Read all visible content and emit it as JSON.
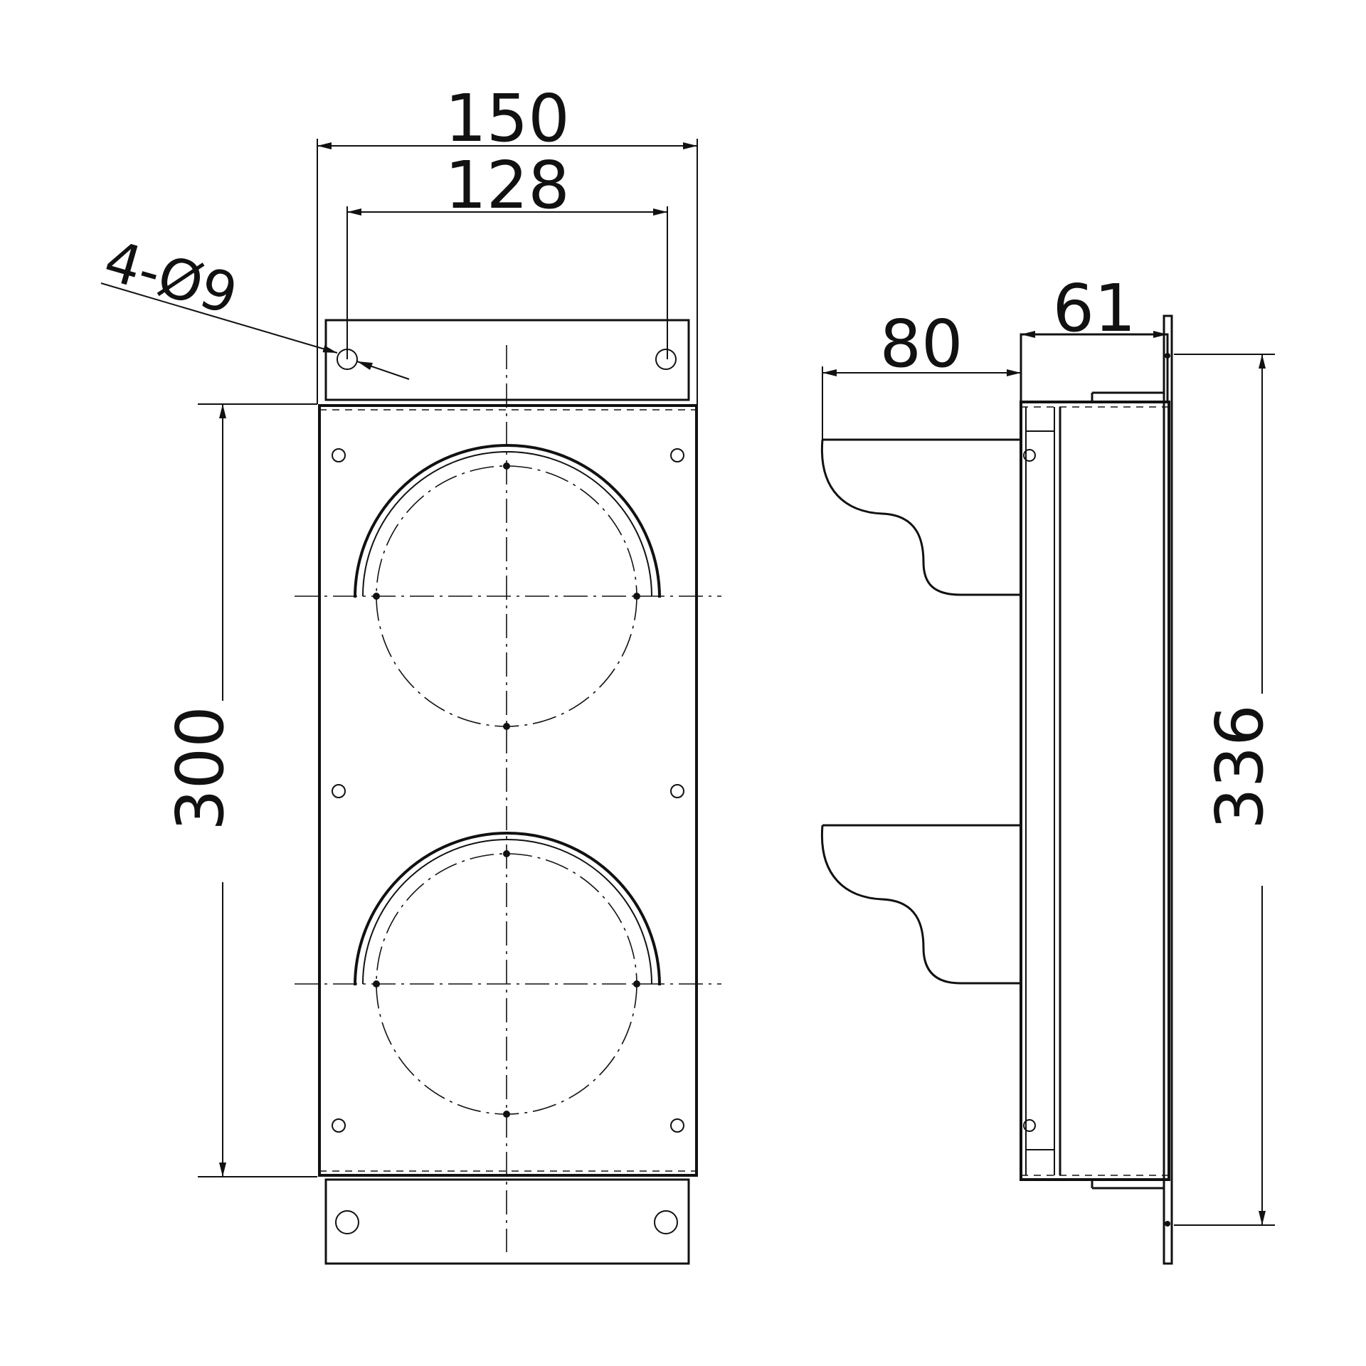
{
  "dimensions": {
    "overall_width": "150",
    "hole_spacing": "128",
    "hole_callout": "4-Ø9",
    "body_height": "300",
    "mount_depth": "80",
    "box_depth": "61",
    "overall_height": "336"
  }
}
